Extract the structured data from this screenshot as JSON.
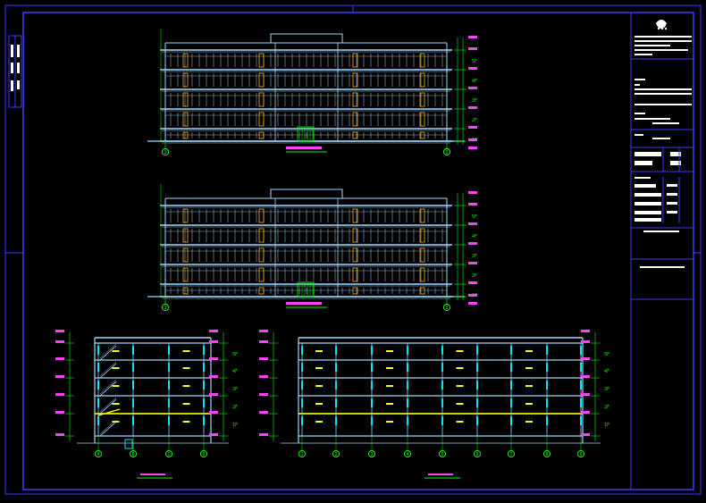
{
  "drawing": {
    "levels": [
      "5F",
      "4F",
      "3F",
      "2F",
      "1F"
    ],
    "axis_markers_elev": [
      "1",
      "2"
    ],
    "axis_markers_left_section": [
      "A",
      "B",
      "C",
      "D"
    ],
    "axis_markers_right_section": [
      "1",
      "2",
      "3",
      "4",
      "5",
      "6",
      "7",
      "8",
      "9"
    ]
  },
  "colors": {
    "frame": "#3a3aff",
    "wall": "#9fd8ff",
    "window": "#ffb020",
    "dim": "#00ff00",
    "elev_text": "#ff40ff",
    "highlight": "#ffff00",
    "column": "#00e5ff"
  }
}
